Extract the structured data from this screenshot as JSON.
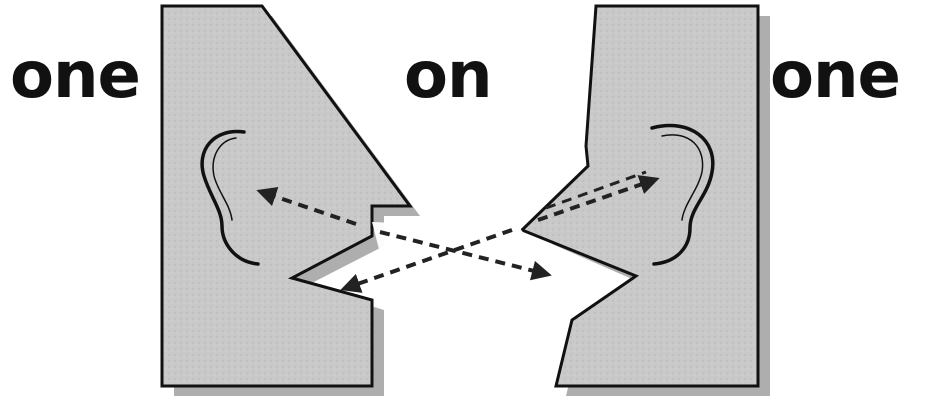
{
  "labels": {
    "left": "one",
    "middle": "on",
    "right": "one"
  },
  "colors": {
    "head_fill": "#c8c8c8",
    "outline": "#111111",
    "shadow": "#8a8a8a",
    "text": "#111111"
  }
}
